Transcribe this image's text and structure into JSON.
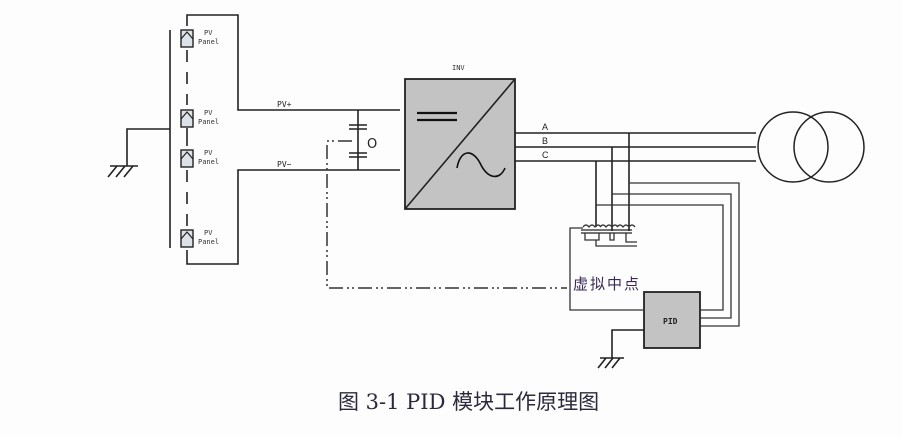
{
  "diagram": {
    "pv_panels": [
      {
        "label_line1": "PV",
        "label_line2": "Panel"
      },
      {
        "label_line1": "PV",
        "label_line2": "Panel"
      },
      {
        "label_line1": "PV",
        "label_line2": "Panel"
      },
      {
        "label_line1": "PV",
        "label_line2": "Panel"
      }
    ],
    "pv_plus_label": "PV+",
    "pv_minus_label": "PV−",
    "capacitor_midpoint_label": "O",
    "inverter_label": "INV",
    "phases": [
      "A",
      "B",
      "C"
    ],
    "virtual_neutral_label": "虚拟中点",
    "pid_module_label": "PID"
  },
  "caption": "图 3-1 PID 模块工作原理图",
  "colors": {
    "wire": "#222222",
    "box_fill": "#c3c3c3",
    "background": "#fdfdfe",
    "chinese_label": "#3a2a55"
  }
}
